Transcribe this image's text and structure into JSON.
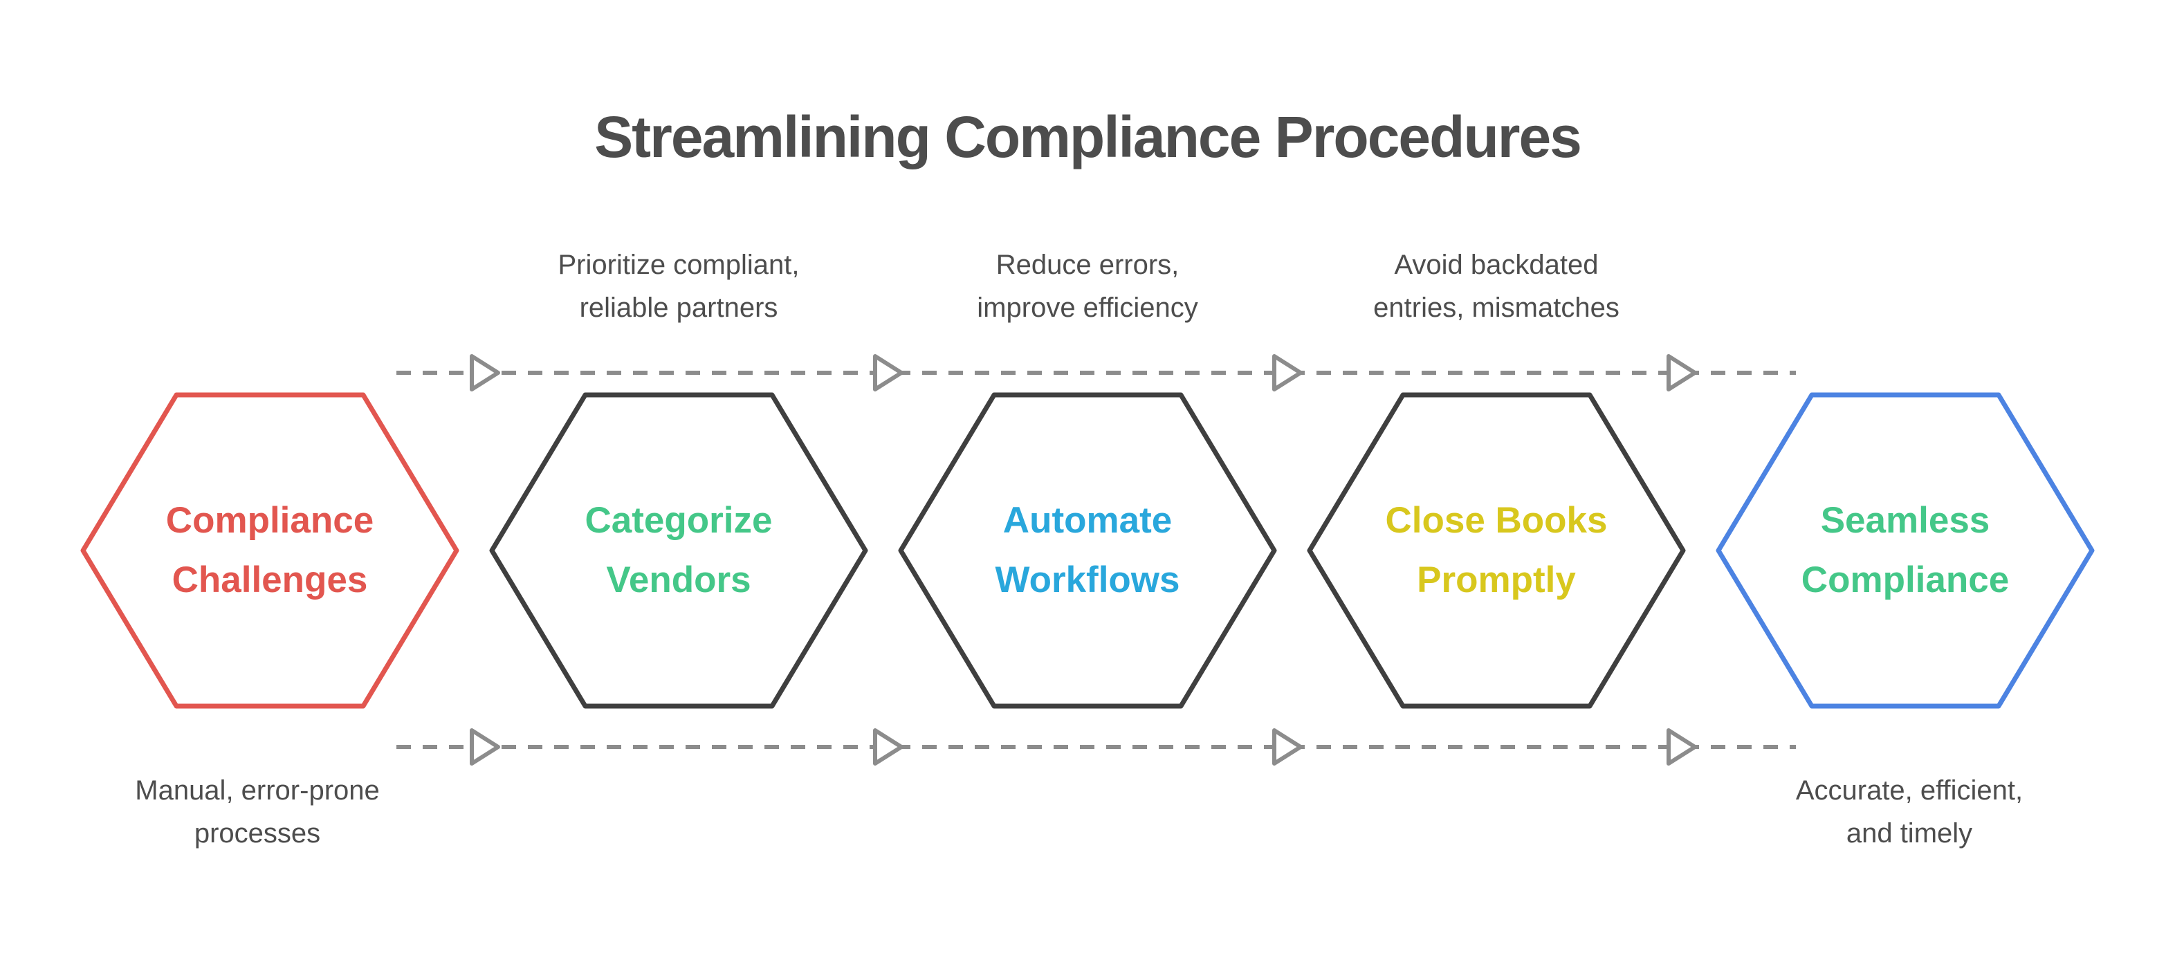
{
  "title": {
    "text": "Streamlining Compliance Procedures",
    "color": "#4D4D4D"
  },
  "connector": {
    "color": "#8C8C8C",
    "style": "dashed",
    "direction": "left-to-right"
  },
  "steps": [
    {
      "name": "Compliance Challenges",
      "lines": [
        "Compliance",
        "Challenges"
      ],
      "border_color": "#E2564F",
      "text_color": "#E2564F"
    },
    {
      "name": "Categorize Vendors",
      "lines": [
        "Categorize",
        "Vendors"
      ],
      "border_color": "#3F3F3F",
      "text_color": "#44C788"
    },
    {
      "name": "Automate Workflows",
      "lines": [
        "Automate",
        "Workflows"
      ],
      "border_color": "#3F3F3F",
      "text_color": "#29A7DC"
    },
    {
      "name": "Close Books Promptly",
      "lines": [
        "Close Books",
        "Promptly"
      ],
      "border_color": "#3F3F3F",
      "text_color": "#D8C71D"
    },
    {
      "name": "Seamless Compliance",
      "lines": [
        "Seamless",
        "Compliance"
      ],
      "border_color": "#4C83E2",
      "text_color": "#44C788"
    }
  ],
  "annotations": {
    "color": "#4D4D4D",
    "top": [
      {
        "lines": [
          "Prioritize compliant,",
          "reliable partners"
        ]
      },
      {
        "lines": [
          "Reduce errors,",
          "improve efficiency"
        ]
      },
      {
        "lines": [
          "Avoid backdated",
          "entries, mismatches"
        ]
      }
    ],
    "bottom": [
      {
        "lines": [
          "Manual, error-prone",
          "processes"
        ]
      },
      {
        "lines": [
          "Accurate, efficient,",
          "and timely"
        ]
      }
    ]
  }
}
